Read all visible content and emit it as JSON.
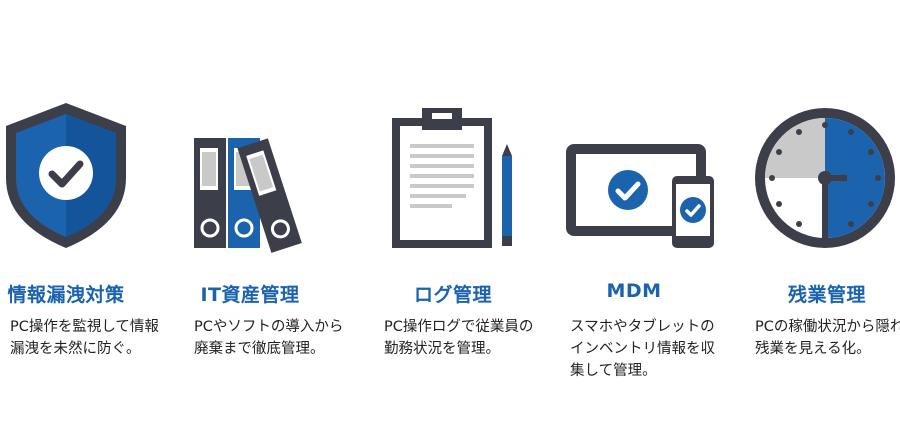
{
  "colors": {
    "accent": "#1b64ad",
    "dark": "#3c3f4a",
    "light_gray": "#c9c9c9"
  },
  "items": [
    {
      "icon": "shield-check-icon",
      "title": "情報漏洩対策",
      "desc": "PC操作を監視して情報漏洩を未然に防ぐ。"
    },
    {
      "icon": "binders-icon",
      "title": "IT資産管理",
      "desc": "PCやソフトの導入から廃棄まで徹底管理。"
    },
    {
      "icon": "clipboard-icon",
      "title": "ログ管理",
      "desc": "PC操作ログで従業員の勤務状況を管理。"
    },
    {
      "icon": "devices-icon",
      "title": "MDM",
      "desc": "スマホやタブレットのインベントリ情報を収集して管理。"
    },
    {
      "icon": "clock-icon",
      "title": "残業管理",
      "desc": "PCの稼働状況から隠れ残業を見える化。"
    }
  ]
}
